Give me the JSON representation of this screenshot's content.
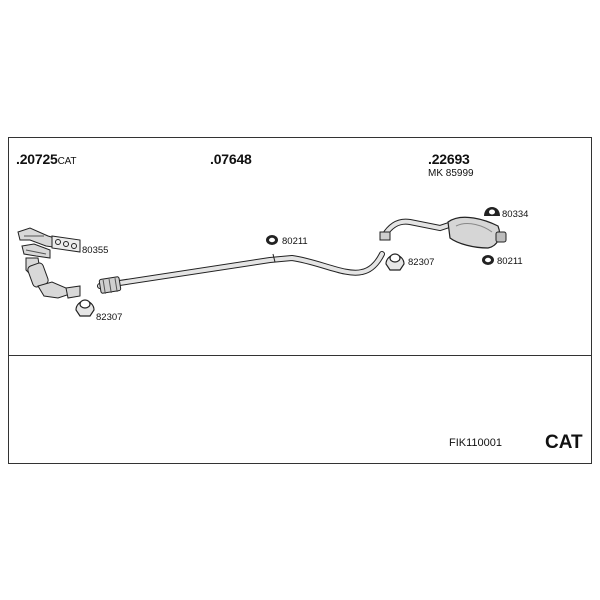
{
  "sections": {
    "front": {
      "number": ".20725",
      "suffix": "CAT"
    },
    "middle": {
      "number": ".07648"
    },
    "rear": {
      "number": ".22693",
      "mk": "MK  85999"
    }
  },
  "parts": {
    "gasket": "80355",
    "clamp_front": "82307",
    "hanger_mid": "80211",
    "clamp_rear": "82307",
    "hanger_rear_top": "80334",
    "hanger_rear": "80211"
  },
  "footer": {
    "code": "FIK110001",
    "cat": "CAT"
  }
}
